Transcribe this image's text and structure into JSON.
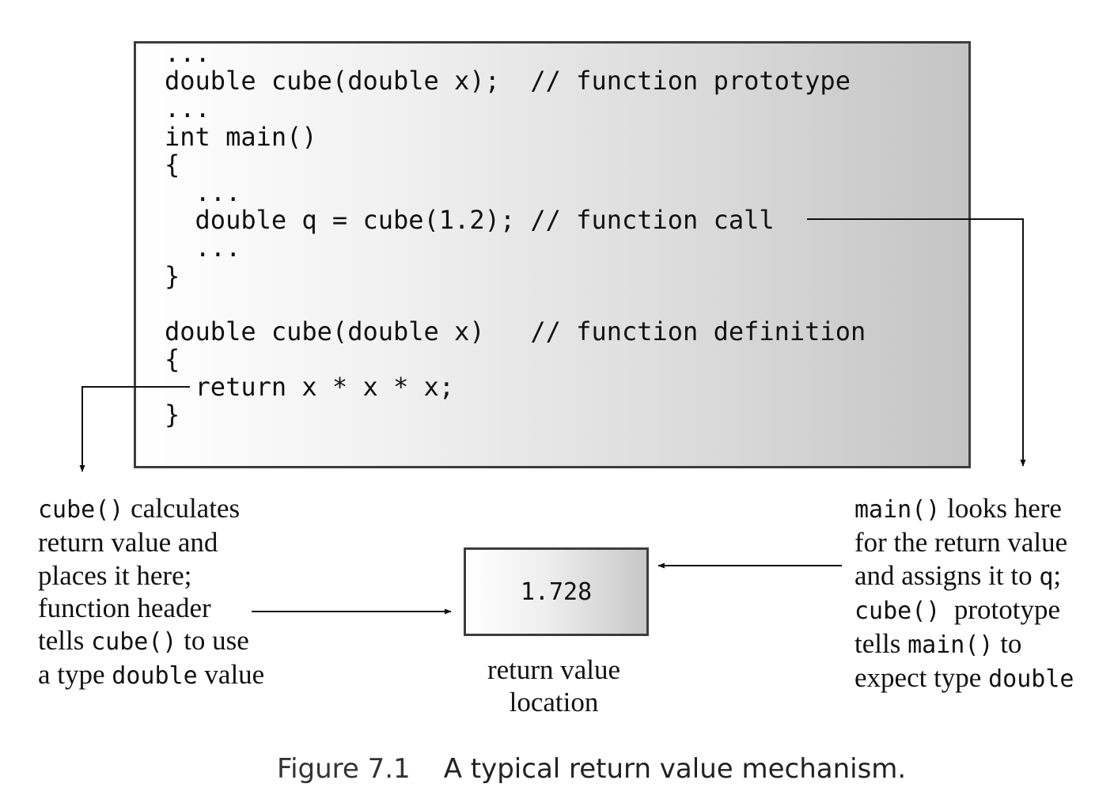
{
  "code_lines": [
    "...",
    "double cube(double x);  // function prototype",
    "...",
    "int main()",
    "{",
    "  ...",
    "  double q = cube(1.2); // function call",
    "  ...",
    "}",
    "",
    "double cube(double x)   // function definition",
    "{",
    "  return x * x * x;",
    "}"
  ],
  "return_value": "1.728",
  "return_label": [
    "return value",
    "location"
  ],
  "left_note": [
    [
      {
        "t": "cube()",
        "mono": true
      },
      {
        "t": " calculates",
        "mono": false
      }
    ],
    [
      {
        "t": "return value and",
        "mono": false
      }
    ],
    [
      {
        "t": "places it here;",
        "mono": false
      }
    ],
    [
      {
        "t": "function header",
        "mono": false
      }
    ],
    [
      {
        "t": "tells ",
        "mono": false
      },
      {
        "t": "cube()",
        "mono": true
      },
      {
        "t": " to use",
        "mono": false
      }
    ],
    [
      {
        "t": "a type ",
        "mono": false
      },
      {
        "t": "double",
        "mono": true
      },
      {
        "t": " value",
        "mono": false
      }
    ]
  ],
  "right_note": [
    [
      {
        "t": "main()",
        "mono": true
      },
      {
        "t": " looks here",
        "mono": false
      }
    ],
    [
      {
        "t": "for the return value",
        "mono": false
      }
    ],
    [
      {
        "t": "and assigns it to ",
        "mono": false
      },
      {
        "t": "q",
        "mono": true
      },
      {
        "t": ";",
        "mono": false
      }
    ],
    [
      {
        "t": "cube()",
        "mono": true
      },
      {
        "t": "  prototype",
        "mono": false
      }
    ],
    [
      {
        "t": "tells ",
        "mono": false
      },
      {
        "t": "main()",
        "mono": true
      },
      {
        "t": " to",
        "mono": false
      }
    ],
    [
      {
        "t": "expect type ",
        "mono": false
      },
      {
        "t": "double",
        "mono": true
      }
    ]
  ],
  "caption": {
    "number": "Figure 7.1",
    "text": "A typical return value mechanism."
  }
}
